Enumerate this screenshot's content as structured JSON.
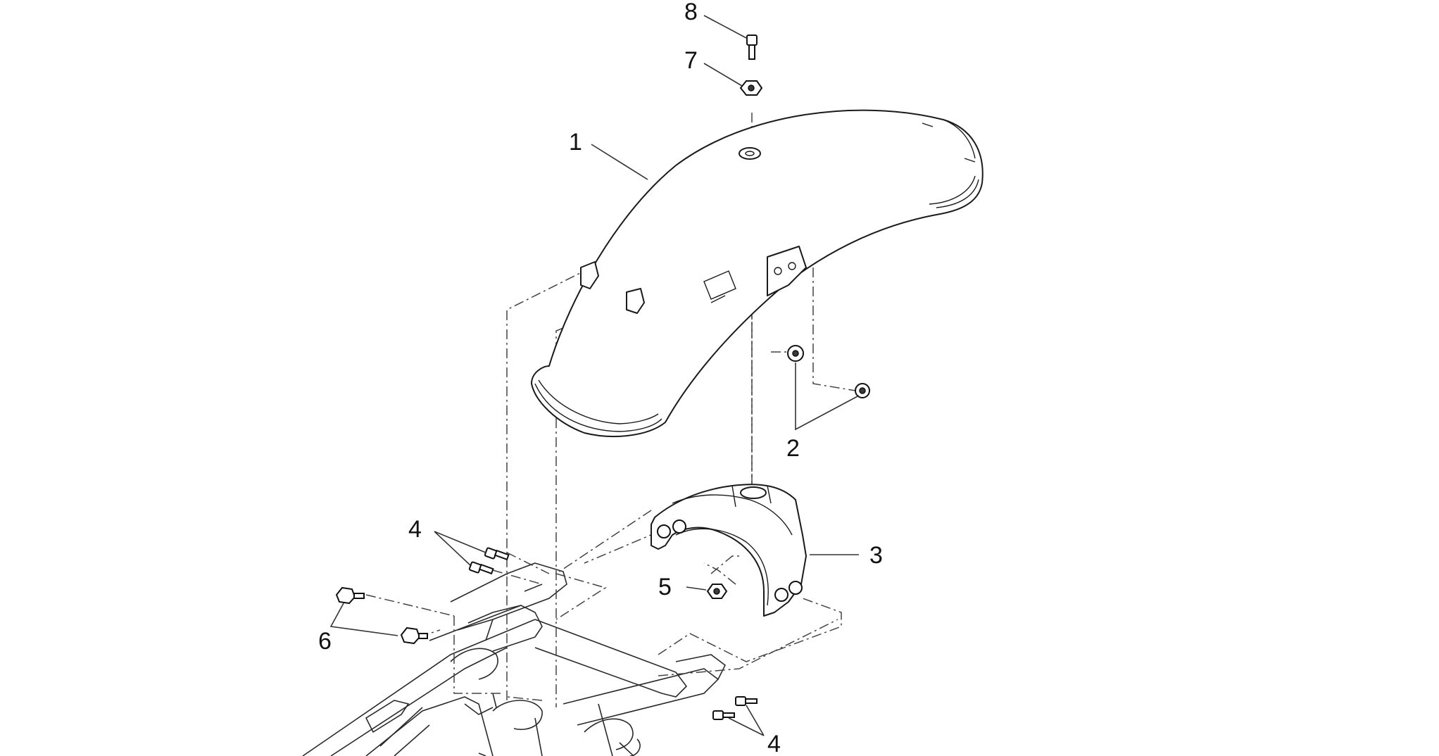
{
  "callouts": {
    "c1": "1",
    "c2": "2",
    "c3": "3",
    "c4a": "4",
    "c4b": "4",
    "c5": "5",
    "c6": "6",
    "c7": "7",
    "c8": "8"
  },
  "colors": {
    "line": "#1a1a1a",
    "background": "#ffffff"
  }
}
